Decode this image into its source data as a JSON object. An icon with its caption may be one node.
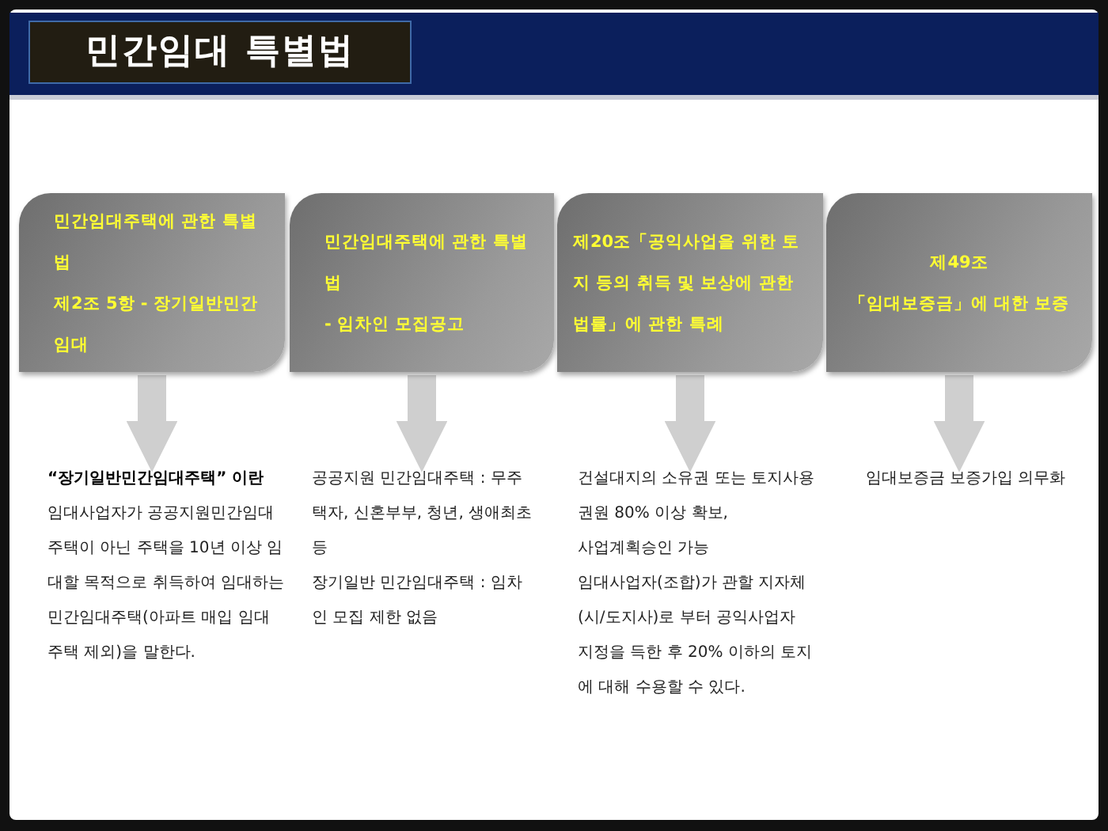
{
  "diagram": {
    "title": "민간임대 특별법",
    "nodes": [
      {
        "text": [
          "민간임대주택에 관한 특별법",
          "제2조 5항  -  장기일반민간임대"
        ]
      },
      {
        "text": [
          "민간임대주택에 관한 특별법",
          "-  임차인 모집공고"
        ]
      },
      {
        "text": [
          "제20조「공익사업을 위한 토지 등의 취득 및 보상에 관한 법률」에 관한 특례"
        ]
      },
      {
        "text": [
          "제49조",
          "「임대보증금」에 대한 보증"
        ]
      },
      {
        "text": [
          "“장기일반민간임대주택” 이란",
          "임대사업자가 공공지원민간임대주택이 아닌 주택을 10년 이상 임대할 목적으로 취득하여 임대하는 민간임대주택(아파트 매입 임대주택 제외)을 말한다."
        ]
      },
      {
        "text": [
          "공공지원 민간임대주택 : 무주택자, 신혼부부, 청년, 생애최초 등",
          "장기일반 민간임대주택 : 임차인 모집 제한 없음"
        ]
      },
      {
        "text": [
          "건설대지의 소유권 또는 토지사용권원 80% 이상 확보,",
          "사업계획승인 가능",
          "임대사업자(조합)가 관할 지자체(시/도지사)로 부터 공익사업자 지정을 득한 후 20% 이하의 토지에 대해 수용할 수 있다."
        ]
      },
      {
        "text": [
          "임대보증금 보증가입 의무화"
        ]
      }
    ],
    "edges": [
      {
        "from": 0,
        "to": 4,
        "arrow": "to"
      },
      {
        "from": 1,
        "to": 5,
        "arrow": "to"
      },
      {
        "from": 2,
        "to": 6,
        "arrow": "to"
      },
      {
        "from": 3,
        "to": 7,
        "arrow": "to"
      }
    ]
  }
}
